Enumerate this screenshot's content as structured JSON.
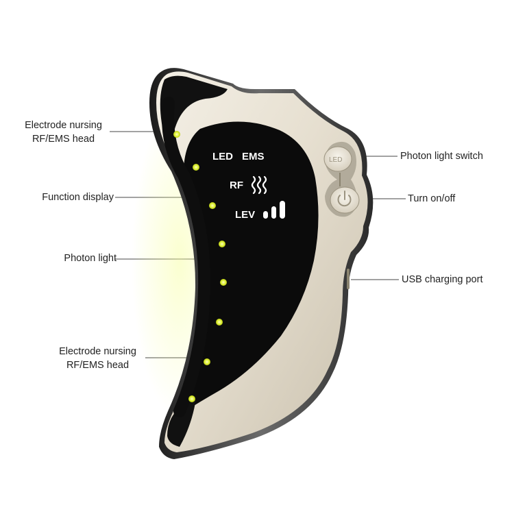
{
  "labels": {
    "electrode_top_line1": "Electrode nursing",
    "electrode_top_line2": "RF/EMS head",
    "function_display": "Function display",
    "photon_light": "Photon light",
    "electrode_bottom_line1": "Electrode nursing",
    "electrode_bottom_line2": "RF/EMS head",
    "photon_switch": "Photon light switch",
    "turn_on_off": "Turn on/off",
    "usb_port": "USB charging port"
  },
  "screen": {
    "led": "LED",
    "ems": "EMS",
    "rf": "RF",
    "lev": "LEV"
  },
  "buttons": {
    "led_button": "LED"
  },
  "colors": {
    "body": "#e9e3d6",
    "screen": "#0b0b0b",
    "led": "#d8f03a",
    "trim": "#2a2a2a"
  },
  "icons": [
    "ems-wave-icon",
    "level-bars-icon",
    "power-icon"
  ]
}
